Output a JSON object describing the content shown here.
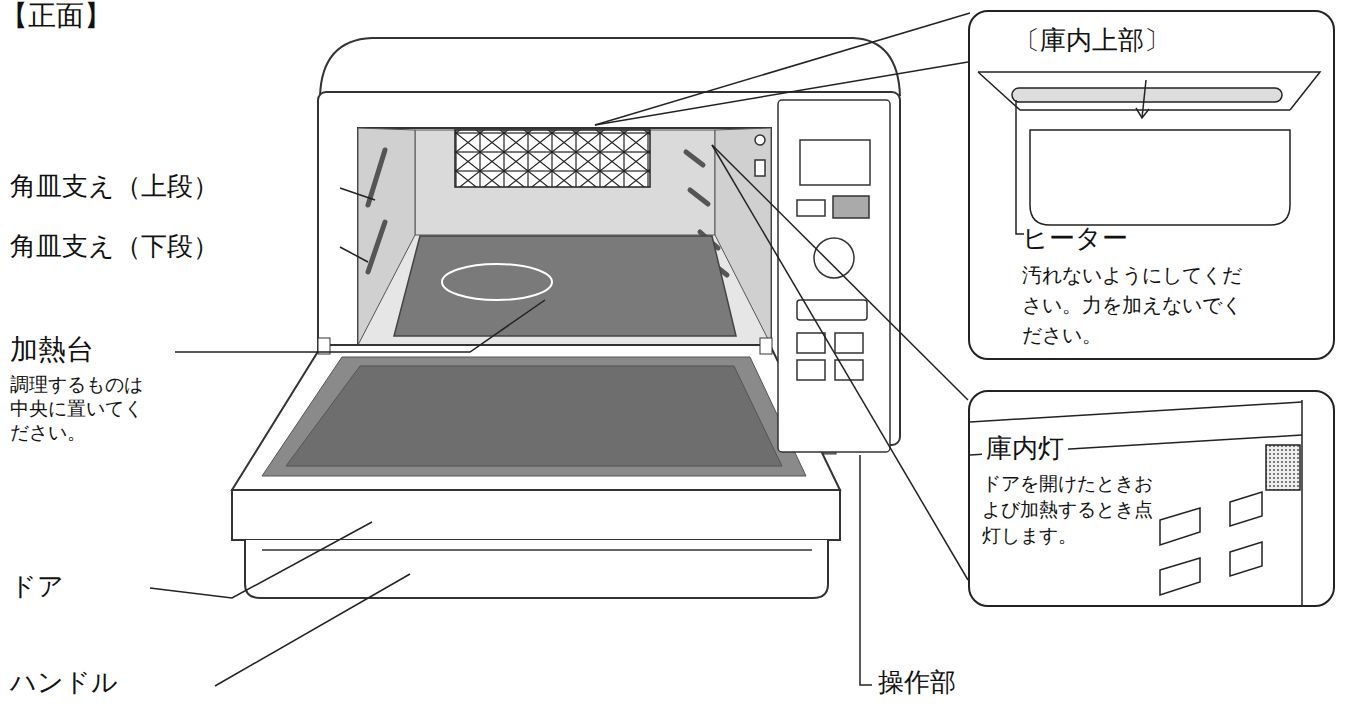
{
  "diagram": {
    "title": "【正面】",
    "nodes": [
      {
        "text": [
          "〔庫内上部〕",
          "ヒーター",
          "汚れないようにしてください。力を加えないでください。"
        ]
      },
      {
        "text": [
          "庫内灯",
          "ドアを開けたときおよび加熱するとき点灯します。"
        ]
      }
    ],
    "labels": [
      "角皿支え（上段）",
      "角皿支え（下段）",
      "加熱台",
      "調理するものは中央に置いてください。",
      "ドア",
      "ハンドル",
      "操作部"
    ]
  }
}
